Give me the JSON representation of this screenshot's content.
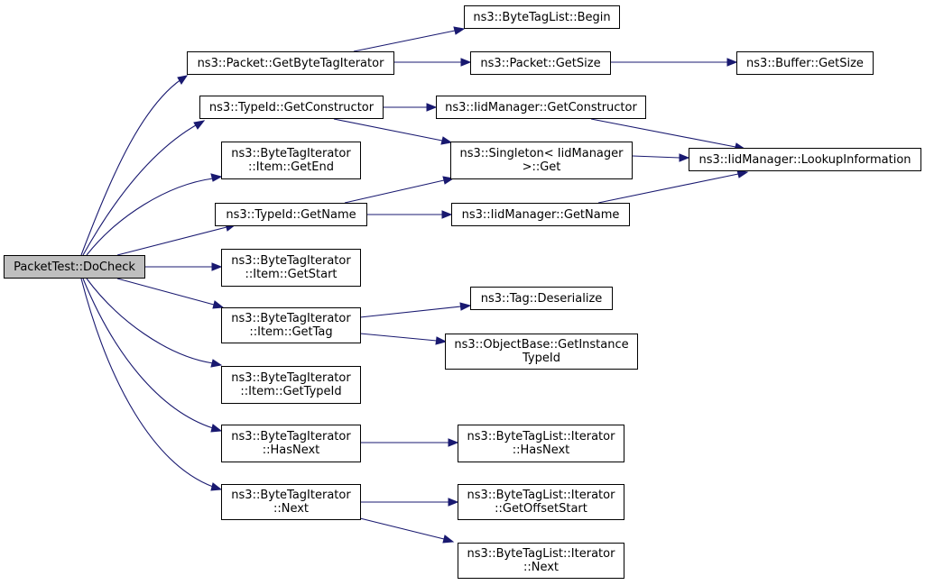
{
  "graph": {
    "edge_color": "#191970",
    "root_fill": "#bfbfbf",
    "node_fill": "#ffffff",
    "nodes": {
      "docheck": {
        "lines": [
          "PacketTest::DoCheck"
        ]
      },
      "getbytetagiterator": {
        "lines": [
          "ns3::Packet::GetByteTagIterator"
        ]
      },
      "bytetaglist_begin": {
        "lines": [
          "ns3::ByteTagList::Begin"
        ]
      },
      "packet_getsize": {
        "lines": [
          "ns3::Packet::GetSize"
        ]
      },
      "buffer_getsize": {
        "lines": [
          "ns3::Buffer::GetSize"
        ]
      },
      "typeid_getconstructor": {
        "lines": [
          "ns3::TypeId::GetConstructor"
        ]
      },
      "iidmanager_getconstructor": {
        "lines": [
          "ns3::IidManager::GetConstructor"
        ]
      },
      "iidmanager_lookupinformation": {
        "lines": [
          "ns3::IidManager::LookupInformation"
        ]
      },
      "singleton_get": {
        "lines": [
          "ns3::Singleton< IidManager",
          ">::Get"
        ]
      },
      "item_getend": {
        "lines": [
          "ns3::ByteTagIterator",
          "::Item::GetEnd"
        ]
      },
      "typeid_getname": {
        "lines": [
          "ns3::TypeId::GetName"
        ]
      },
      "iidmanager_getname": {
        "lines": [
          "ns3::IidManager::GetName"
        ]
      },
      "item_getstart": {
        "lines": [
          "ns3::ByteTagIterator",
          "::Item::GetStart"
        ]
      },
      "item_gettag": {
        "lines": [
          "ns3::ByteTagIterator",
          "::Item::GetTag"
        ]
      },
      "tag_deserialize": {
        "lines": [
          "ns3::Tag::Deserialize"
        ]
      },
      "objectbase_getinstancetypeid": {
        "lines": [
          "ns3::ObjectBase::GetInstance",
          "TypeId"
        ]
      },
      "item_gettypeid": {
        "lines": [
          "ns3::ByteTagIterator",
          "::Item::GetTypeId"
        ]
      },
      "bytetagiterator_hasnext": {
        "lines": [
          "ns3::ByteTagIterator",
          "::HasNext"
        ]
      },
      "bytetaglist_iterator_hasnext": {
        "lines": [
          "ns3::ByteTagList::Iterator",
          "::HasNext"
        ]
      },
      "bytetagiterator_next": {
        "lines": [
          "ns3::ByteTagIterator",
          "::Next"
        ]
      },
      "bytetaglist_iterator_getoffsetstart": {
        "lines": [
          "ns3::ByteTagList::Iterator",
          "::GetOffsetStart"
        ]
      },
      "bytetaglist_iterator_next": {
        "lines": [
          "ns3::ByteTagList::Iterator",
          "::Next"
        ]
      }
    }
  }
}
